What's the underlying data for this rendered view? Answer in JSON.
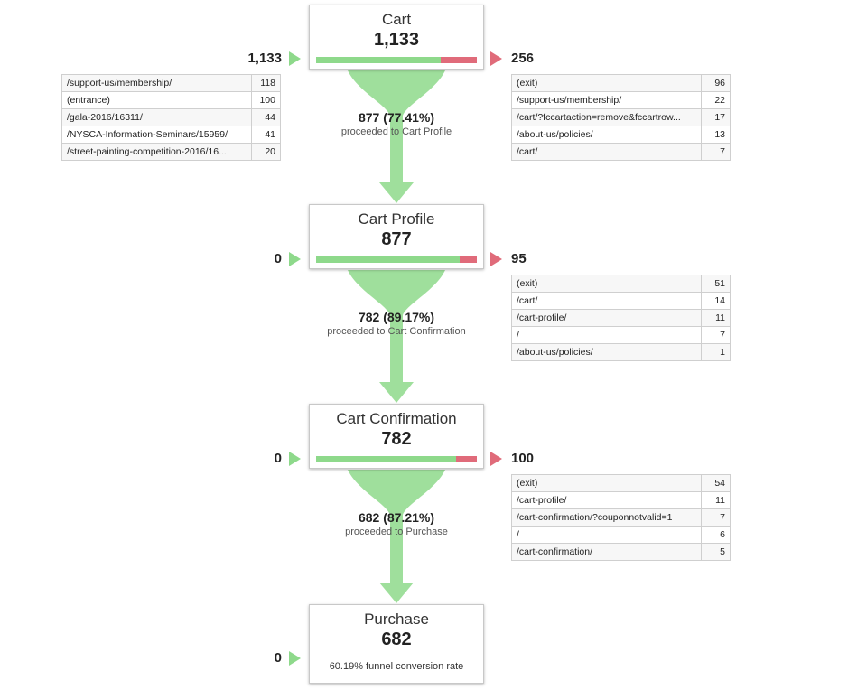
{
  "stages": [
    {
      "name": "Cart",
      "count": "1,133",
      "entries": "1,133",
      "exits": "256",
      "exit_fraction": 0.226,
      "proceed_text": "877 (77.41%)",
      "proceed_label": "proceeded to Cart Profile",
      "entrance_pages": [
        {
          "page": "/support-us/membership/",
          "count": "118"
        },
        {
          "page": "(entrance)",
          "count": "100"
        },
        {
          "page": "/gala-2016/16311/",
          "count": "44"
        },
        {
          "page": "/NYSCA-Information-Seminars/15959/",
          "count": "41"
        },
        {
          "page": "/street-painting-competition-2016/16...",
          "count": "20"
        }
      ],
      "exit_pages": [
        {
          "page": "(exit)",
          "count": "96"
        },
        {
          "page": "/support-us/membership/",
          "count": "22"
        },
        {
          "page": "/cart/?fccartaction=remove&fccartrow...",
          "count": "17"
        },
        {
          "page": "/about-us/policies/",
          "count": "13"
        },
        {
          "page": "/cart/",
          "count": "7"
        }
      ]
    },
    {
      "name": "Cart Profile",
      "count": "877",
      "entries": "0",
      "exits": "95",
      "exit_fraction": 0.108,
      "proceed_text": "782 (89.17%)",
      "proceed_label": "proceeded to Cart Confirmation",
      "exit_pages": [
        {
          "page": "(exit)",
          "count": "51"
        },
        {
          "page": "/cart/",
          "count": "14"
        },
        {
          "page": "/cart-profile/",
          "count": "11"
        },
        {
          "page": "/",
          "count": "7"
        },
        {
          "page": "/about-us/policies/",
          "count": "1"
        }
      ]
    },
    {
      "name": "Cart Confirmation",
      "count": "782",
      "entries": "0",
      "exits": "100",
      "exit_fraction": 0.128,
      "proceed_text": "682 (87.21%)",
      "proceed_label": "proceeded to Purchase",
      "exit_pages": [
        {
          "page": "(exit)",
          "count": "54"
        },
        {
          "page": "/cart-profile/",
          "count": "11"
        },
        {
          "page": "/cart-confirmation/?couponnotvalid=1",
          "count": "7"
        },
        {
          "page": "/",
          "count": "6"
        },
        {
          "page": "/cart-confirmation/",
          "count": "5"
        }
      ]
    },
    {
      "name": "Purchase",
      "count": "682",
      "entries": "0",
      "conversion_rate": "60.19% funnel conversion rate"
    }
  ],
  "colors": {
    "proceed": "#8ed98b",
    "exit": "#e06b7a"
  }
}
